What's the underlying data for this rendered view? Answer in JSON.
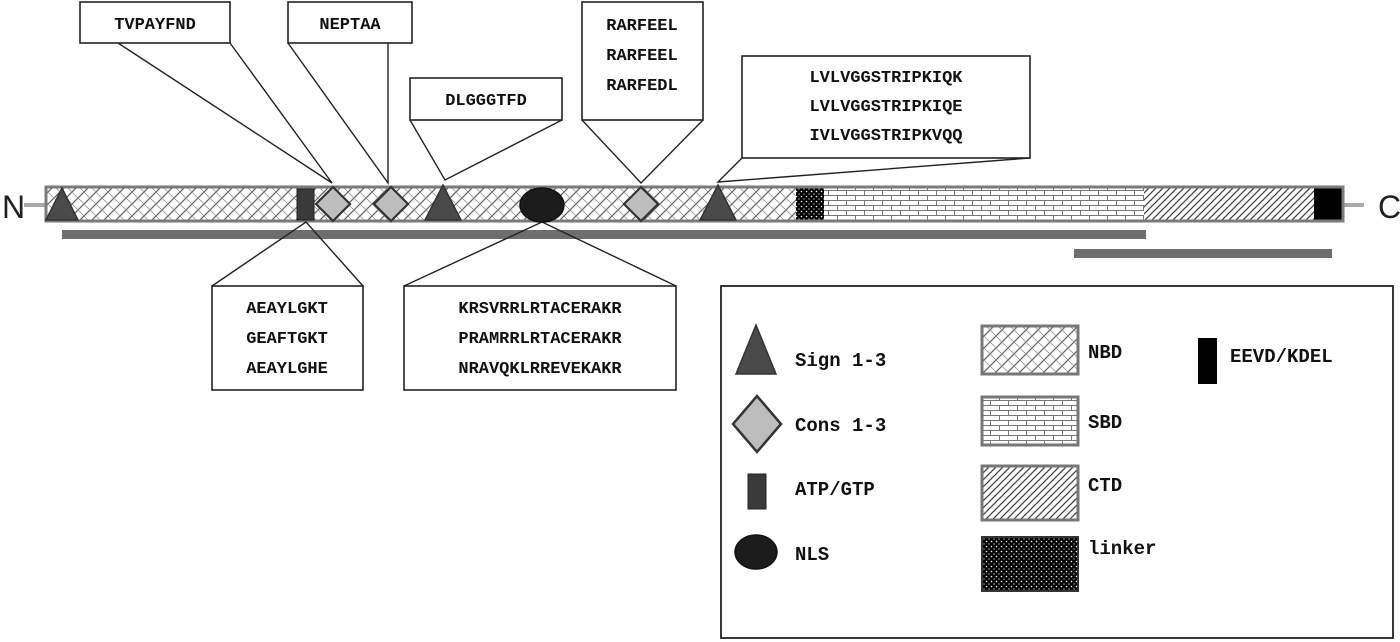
{
  "terminals": {
    "n": "N",
    "c": "C"
  },
  "callouts": {
    "tvpayfnd": [
      "TVPAYFND"
    ],
    "neptaa": [
      "NEPTAA"
    ],
    "dlgggtfd": [
      "DLGGGTFD"
    ],
    "rarfeel": [
      "RARFEEL",
      "RARFEEL",
      "RARFEDL"
    ],
    "lvlvgg": [
      "LVLVGGSTRIPKIQK",
      "LVLVGGSTRIPKIQE",
      "IVLVGGSTRIPKVQQ"
    ],
    "aeaylgkt": [
      "AEAYLGKT",
      "GEAFTGKT",
      "AEAYLGHE"
    ],
    "krsvrr": [
      "KRSVRRLRTACERAKR",
      "PRAMRRLRTACERAKR",
      "NRAVQKLRREVEKAKR"
    ]
  },
  "legend": {
    "sign": "Sign 1-3",
    "cons": "Cons 1-3",
    "atp": "ATP/GTP",
    "nls": "NLS",
    "nbd": "NBD",
    "sbd": "SBD",
    "ctd": "CTD",
    "linker": "linker",
    "eevd": "EEVD/KDEL"
  },
  "colors": {
    "dark_mark": "#4a4a4a",
    "light_mark": "#bdbdbd",
    "nls_fill": "#1c1c1c",
    "bar_outline": "#7a7a7a",
    "underline_bar": "#6e6e6e",
    "terminal_block": "#000000"
  }
}
